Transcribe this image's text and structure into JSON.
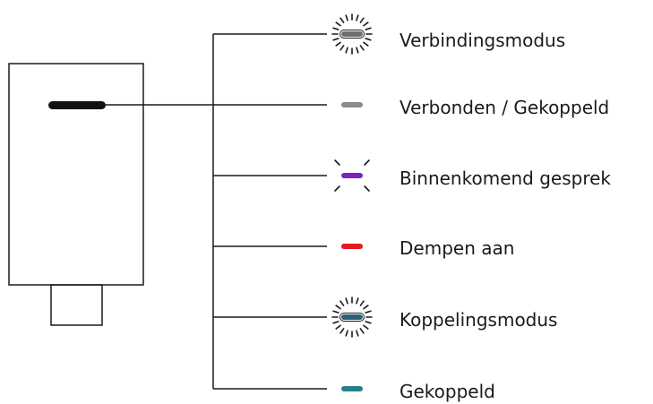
{
  "states": [
    {
      "label": "Verbindingsmodus",
      "led_color": "#6f6f6f",
      "indicator": "blink-ring"
    },
    {
      "label": "Verbonden / Gekoppeld",
      "led_color": "#8a8a8a",
      "indicator": "solid"
    },
    {
      "label": "Binnenkomend gesprek",
      "led_color": "#7a22c8",
      "indicator": "flash-corners"
    },
    {
      "label": "Dempen aan",
      "led_color": "#e11b22",
      "indicator": "solid"
    },
    {
      "label": "Koppelingsmodus",
      "led_color": "#2f5f78",
      "indicator": "blink-ring"
    },
    {
      "label": "Gekoppeld",
      "led_color": "#2a7f8c",
      "indicator": "solid"
    }
  ],
  "device": {
    "led_color": "#111111",
    "outline_color": "#1a1a1a"
  }
}
